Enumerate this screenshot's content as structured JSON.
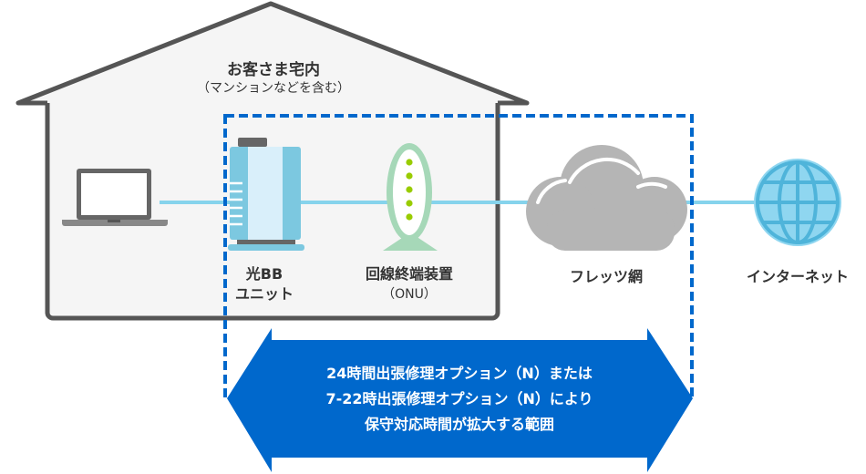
{
  "house": {
    "title": "お客さま宅内",
    "subtitle": "（マンションなどを含む）"
  },
  "devices": {
    "hikari_bb": {
      "line1": "光BB",
      "line2": "ユニット"
    },
    "onu": {
      "name": "回線終端装置",
      "sub": "（ONU）"
    },
    "flets": "フレッツ網",
    "internet": "インターネット"
  },
  "arrow": {
    "lines": [
      "24時間出張修理オプション（N）または",
      "7-22時出張修理オプション（N）により",
      "保守対応時間が拡大する範囲"
    ]
  },
  "colors": {
    "accent": "#0068cc",
    "line": "#86d3ec",
    "house_stroke": "#555555",
    "house_fill": "#f5f5f5",
    "onu_green": "#a6d8b8",
    "led": "#99cc00"
  }
}
